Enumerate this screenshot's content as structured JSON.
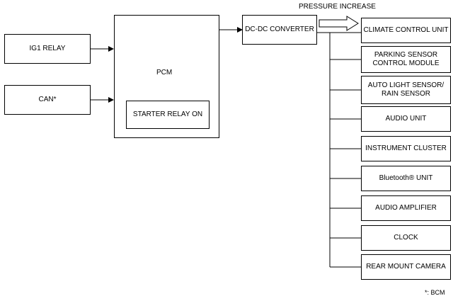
{
  "inputs": {
    "ig1_relay": "IG1 RELAY",
    "can": "CAN*"
  },
  "pcm": {
    "label": "PCM",
    "starter_relay": "STARTER RELAY ON"
  },
  "dcdc": {
    "label": "DC-DC CONVERTER",
    "pressure_label": "PRESSURE INCREASE"
  },
  "outputs": [
    "CLIMATE CONTROL UNIT",
    "PARKING SENSOR\nCONTROL MODULE",
    "AUTO LIGHT SENSOR/\nRAIN SENSOR",
    "AUDIO UNIT",
    "INSTRUMENT CLUSTER",
    "Bluetooth® UNIT",
    "AUDIO AMPLIFIER",
    "CLOCK",
    "REAR MOUNT CAMERA"
  ],
  "footnote": "*: BCM"
}
